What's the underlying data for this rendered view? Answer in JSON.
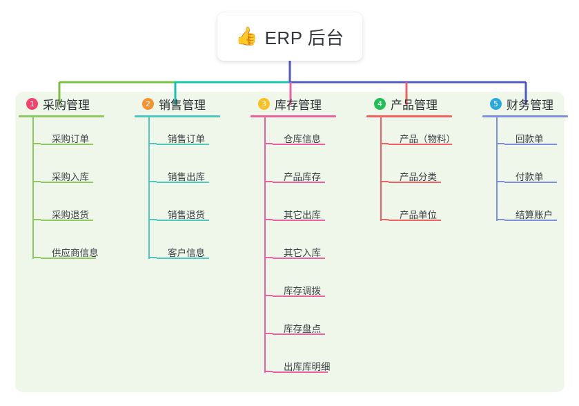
{
  "root": {
    "icon": "thumbs-up-icon",
    "emoji": "👍",
    "title": "ERP 后台"
  },
  "panel": {
    "background_color": "#eef7e9"
  },
  "connector": {
    "stem_color": "#4f57c2",
    "segment_colors": [
      "#7ac043",
      "#15c3b0",
      "#4f57c2"
    ]
  },
  "columns": [
    {
      "number": "1",
      "title": "采购管理",
      "badge_color": "#f4426a",
      "line_color": "#8fc861",
      "drop_color": "#7ac043",
      "items": [
        {
          "label": "采购订单"
        },
        {
          "label": "采购入库"
        },
        {
          "label": "采购退货"
        },
        {
          "label": "供应商信息"
        }
      ]
    },
    {
      "number": "2",
      "title": "销售管理",
      "badge_color": "#f5922f",
      "line_color": "#4fc7bd",
      "drop_color": "#15c3b0",
      "items": [
        {
          "label": "销售订单"
        },
        {
          "label": "销售出库"
        },
        {
          "label": "销售退货"
        },
        {
          "label": "客户信息"
        }
      ]
    },
    {
      "number": "3",
      "title": "库存管理",
      "badge_color": "#f8c022",
      "line_color": "#ee5fa0",
      "drop_color": "#ee5fa0",
      "items": [
        {
          "label": "仓库信息"
        },
        {
          "label": "产品库存"
        },
        {
          "label": "其它出库"
        },
        {
          "label": "其它入库"
        },
        {
          "label": "库存调拨"
        },
        {
          "label": "库存盘点"
        },
        {
          "label": "出库库明细"
        }
      ]
    },
    {
      "number": "4",
      "title": "产品管理",
      "badge_color": "#20bf55",
      "line_color": "#f4605f",
      "drop_color": "#f4605f",
      "items": [
        {
          "label": "产品（物料）"
        },
        {
          "label": "产品分类"
        },
        {
          "label": "产品单位"
        }
      ]
    },
    {
      "number": "5",
      "title": "财务管理",
      "badge_color": "#29a8e0",
      "line_color": "#7d8fdd",
      "drop_color": "#4f57c2",
      "items": [
        {
          "label": "回款单"
        },
        {
          "label": "付款单"
        },
        {
          "label": "结算账户"
        }
      ]
    }
  ]
}
